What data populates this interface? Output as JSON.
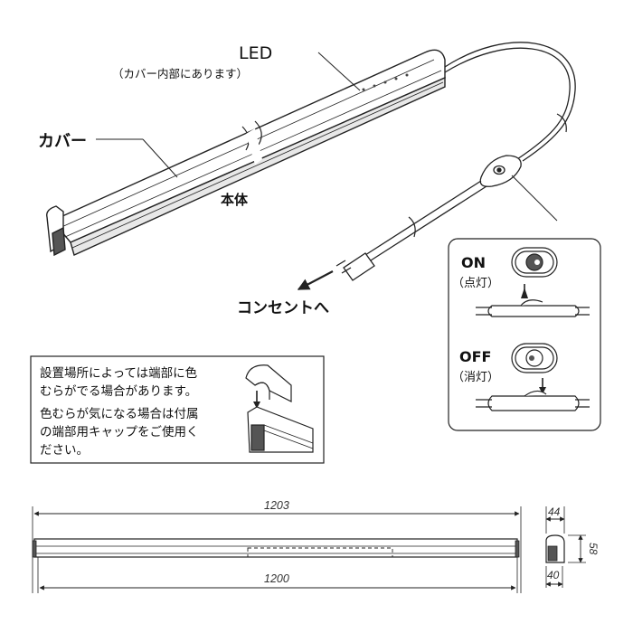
{
  "labels": {
    "led": "LED",
    "led_note": "（カバー内部にあります）",
    "cover": "カバー",
    "body": "本体",
    "outlet": "コンセントへ"
  },
  "switch_box": {
    "on_label": "ON",
    "on_sub": "（点灯）",
    "off_label": "OFF",
    "off_sub": "（消灯）"
  },
  "note_box": {
    "line1": "設置場所によっては端部に色",
    "line2": "むらがでる場合があります。",
    "line3": "色むらが気になる場合は付属",
    "line4": "の端部用キャップをご使用く",
    "line5": "ださい。"
  },
  "dimensions": {
    "total_length": "1203",
    "body_length": "1200",
    "top_width": "44",
    "height": "58",
    "bottom_width": "40"
  }
}
